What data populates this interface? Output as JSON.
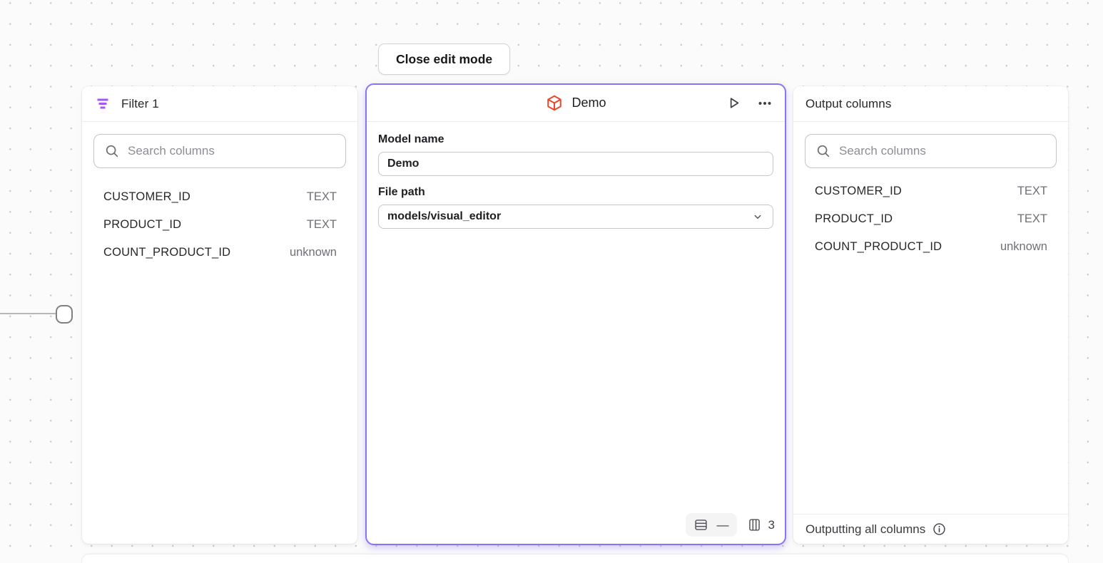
{
  "toolbar": {
    "close_button_label": "Close edit mode"
  },
  "filter_panel": {
    "title": "Filter 1",
    "search_placeholder": "Search columns",
    "columns": [
      {
        "name": "CUSTOMER_ID",
        "type": "TEXT"
      },
      {
        "name": "PRODUCT_ID",
        "type": "TEXT"
      },
      {
        "name": "COUNT_PRODUCT_ID",
        "type": "unknown"
      }
    ]
  },
  "model_panel": {
    "title": "Demo",
    "model_name_label": "Model name",
    "model_name_value": "Demo",
    "file_path_label": "File path",
    "file_path_value": "models/visual_editor",
    "row_count": "—",
    "column_count": "3"
  },
  "output_panel": {
    "title": "Output columns",
    "search_placeholder": "Search columns",
    "columns": [
      {
        "name": "CUSTOMER_ID",
        "type": "TEXT"
      },
      {
        "name": "PRODUCT_ID",
        "type": "TEXT"
      },
      {
        "name": "COUNT_PRODUCT_ID",
        "type": "unknown"
      }
    ],
    "footer_text": "Outputting all columns"
  },
  "colors": {
    "accent_purple": "#8b74f2",
    "filter_icon_purple": "#a855f7",
    "model_icon_red": "#e8472b",
    "canvas_background": "#fbfbfb"
  }
}
